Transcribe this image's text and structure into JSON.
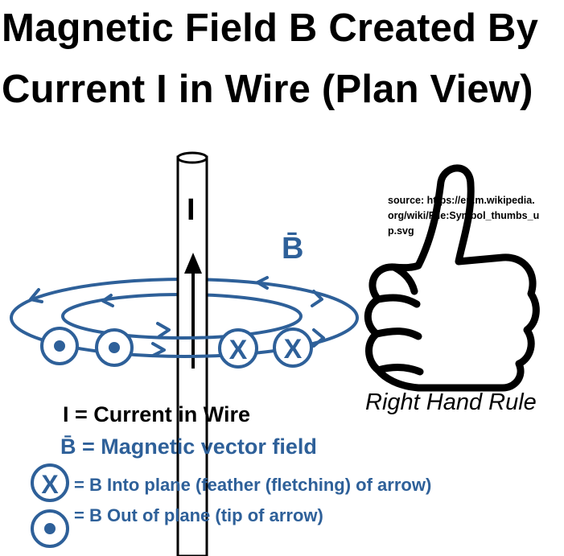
{
  "title": {
    "line1": "Magnetic Field B Created By",
    "line2": "Current I in Wire (Plan View)"
  },
  "labels": {
    "wire_current": "I",
    "field": "B̄"
  },
  "source_note": "source: https://en.m.wikipedia.org/wiki/File:Symbol_thumbs_up.svg",
  "right_hand_rule": "Right Hand Rule",
  "legend": {
    "current": "I = Current in Wire",
    "field": "B̄ = Magnetic vector field",
    "into_plane": "= B Into plane (feather (fletching) of arrow)",
    "out_of_plane": "= B Out of plane (tip of arrow)",
    "x_symbol": "X"
  },
  "colors": {
    "field_blue": "#2e6099",
    "text": "#000000"
  },
  "icons": [
    "thumbs-up-icon",
    "into-plane-icon",
    "out-of-plane-icon"
  ]
}
